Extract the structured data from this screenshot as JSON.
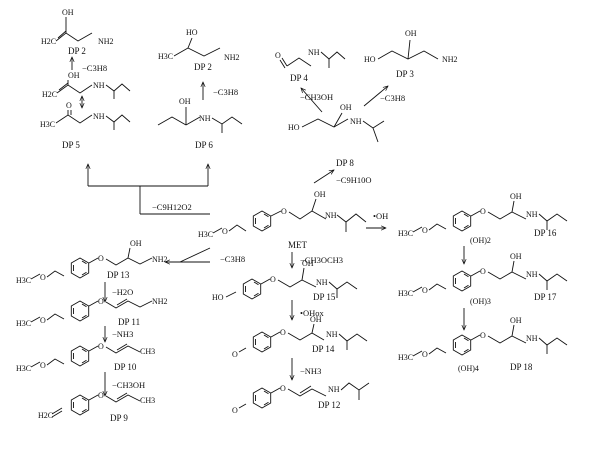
{
  "labels": {
    "dp2_top": "DP 2",
    "dp2": "DP 2",
    "dp3": "DP 3",
    "dp4": "DP 4",
    "dp5": "DP 5",
    "dp6": "DP 6",
    "dp8": "DP 8",
    "dp9": "DP 9",
    "dp10": "DP 10",
    "dp11": "DP 11",
    "dp12": "DP 12",
    "dp13": "DP 13",
    "dp14": "DP 14",
    "dp15": "DP 15",
    "dp16": "DP 16",
    "dp17": "DP 17",
    "dp18": "DP 18",
    "met": "MET"
  },
  "steps": {
    "dp5_to_dp2": "−C3H8",
    "dp6_to_dp2": "−C3H8",
    "to_dp4": "−CH3OH",
    "to_dp3": "−C3H8",
    "main_split": "−C9H12O2",
    "to_dp8": "−C9H10O",
    "to_dp16": "•OH",
    "to_dp15": "−CH3OCH3",
    "to_dp13": "−C3H8",
    "dp13_to_dp11": "−H2O",
    "dp11_to_dp10": "−NH3",
    "dp10_to_dp9": "−CH3OH",
    "dp15_to_dp14": "•OHox",
    "dp14_to_dp12": "−NH3"
  },
  "atoms": {
    "oh": "OH",
    "nh": "NH",
    "nh2": "NH2",
    "ho": "HO",
    "o": "O",
    "h3c": "H3C",
    "h2c": "H2C",
    "ch3": "CH3",
    "oh2": "(OH)2",
    "oh3": "(OH)3",
    "oh4": "(OH)4"
  }
}
